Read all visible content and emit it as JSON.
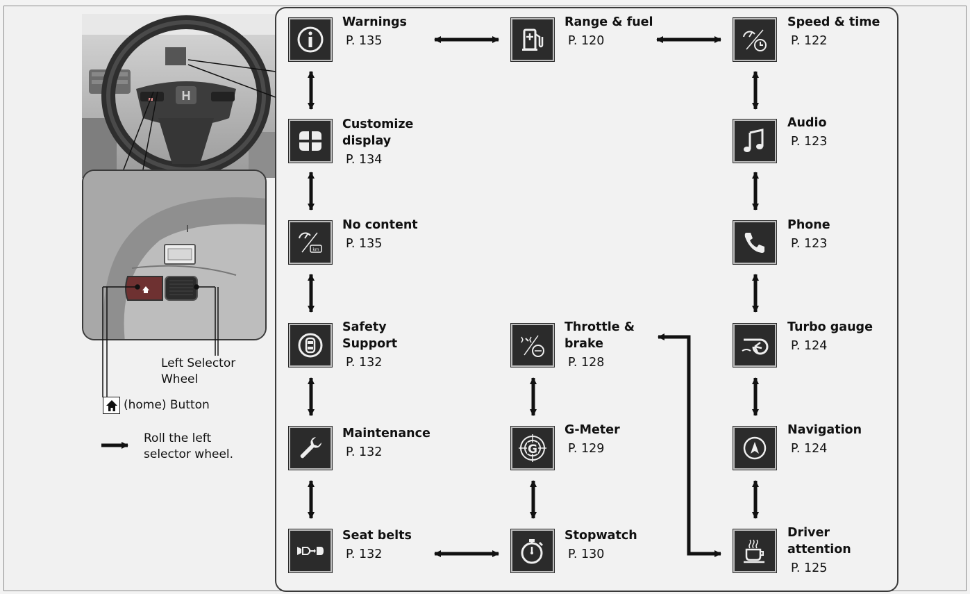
{
  "items": {
    "warnings": {
      "title": "Warnings",
      "page": "P. 135",
      "icon": "info-icon"
    },
    "range_fuel": {
      "title": "Range & fuel",
      "page": "P. 120",
      "icon": "fuel-pump-icon"
    },
    "speed_time": {
      "title": "Speed & time",
      "page": "P. 122",
      "icon": "speed-time-icon"
    },
    "customize": {
      "title": "Customize\ndisplay",
      "page": "P. 134",
      "icon": "layout-grid-icon"
    },
    "audio": {
      "title": "Audio",
      "page": "P. 123",
      "icon": "music-note-icon"
    },
    "no_content": {
      "title": "No content",
      "page": "P. 135",
      "icon": "no-content-icon"
    },
    "phone": {
      "title": "Phone",
      "page": "P. 123",
      "icon": "phone-icon"
    },
    "safety": {
      "title": "Safety\nSupport",
      "page": "P. 132",
      "icon": "safety-support-icon"
    },
    "throttle": {
      "title": "Throttle &\nbrake",
      "page": "P. 128",
      "icon": "throttle-brake-icon"
    },
    "turbo": {
      "title": "Turbo gauge",
      "page": "P. 124",
      "icon": "turbo-icon"
    },
    "maintenance": {
      "title": "Maintenance",
      "page": "P. 132",
      "icon": "wrench-icon"
    },
    "g_meter": {
      "title": "G-Meter",
      "page": "P. 129",
      "icon": "g-meter-icon"
    },
    "navigation": {
      "title": "Navigation",
      "page": "P. 124",
      "icon": "compass-icon"
    },
    "seat_belts": {
      "title": "Seat belts",
      "page": "P. 132",
      "icon": "seat-belt-icon"
    },
    "stopwatch": {
      "title": "Stopwatch",
      "page": "P. 130",
      "icon": "stopwatch-icon"
    },
    "driver": {
      "title": "Driver\nattention",
      "page": "P. 125",
      "icon": "coffee-cup-icon"
    }
  },
  "callouts": {
    "selector_wheel": "Left Selector\nWheel",
    "home_button": "(home) Button",
    "roll_instruction": "Roll the left\nselector wheel."
  },
  "colors": {
    "icon_bg": "#2b2b2b",
    "arrow": "#111111"
  }
}
